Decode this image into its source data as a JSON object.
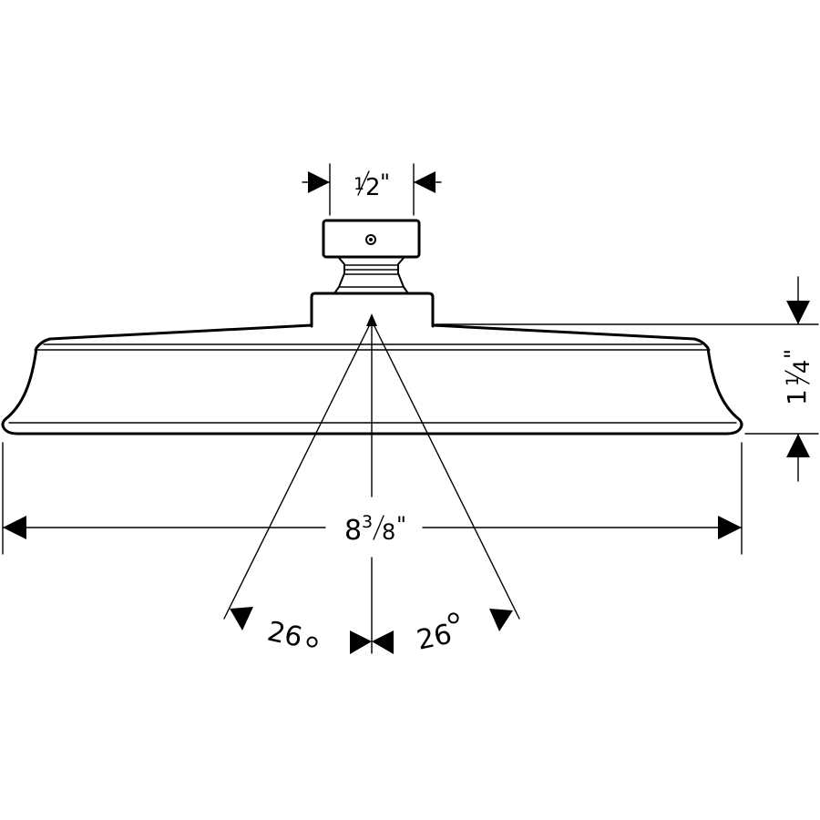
{
  "diagram": {
    "subject": "Shower head dimension drawing",
    "dimensions": {
      "connection_width": {
        "whole": "",
        "fraction_num": "1",
        "fraction_den": "2",
        "unit": "\"",
        "label": "1/2\""
      },
      "head_height": {
        "whole": "1",
        "fraction_num": "1",
        "fraction_den": "4",
        "unit": "\"",
        "label": "1 1/4\""
      },
      "head_diameter": {
        "whole": "8",
        "fraction_num": "3",
        "fraction_den": "8",
        "unit": "\"",
        "label": "8 3/8\""
      }
    },
    "angles": {
      "left": {
        "value": "26",
        "unit": "°",
        "label": "26 °"
      },
      "right": {
        "value": "26",
        "unit": "°",
        "label": "26°"
      }
    },
    "colors": {
      "stroke": "#000000",
      "background": "#ffffff"
    }
  }
}
